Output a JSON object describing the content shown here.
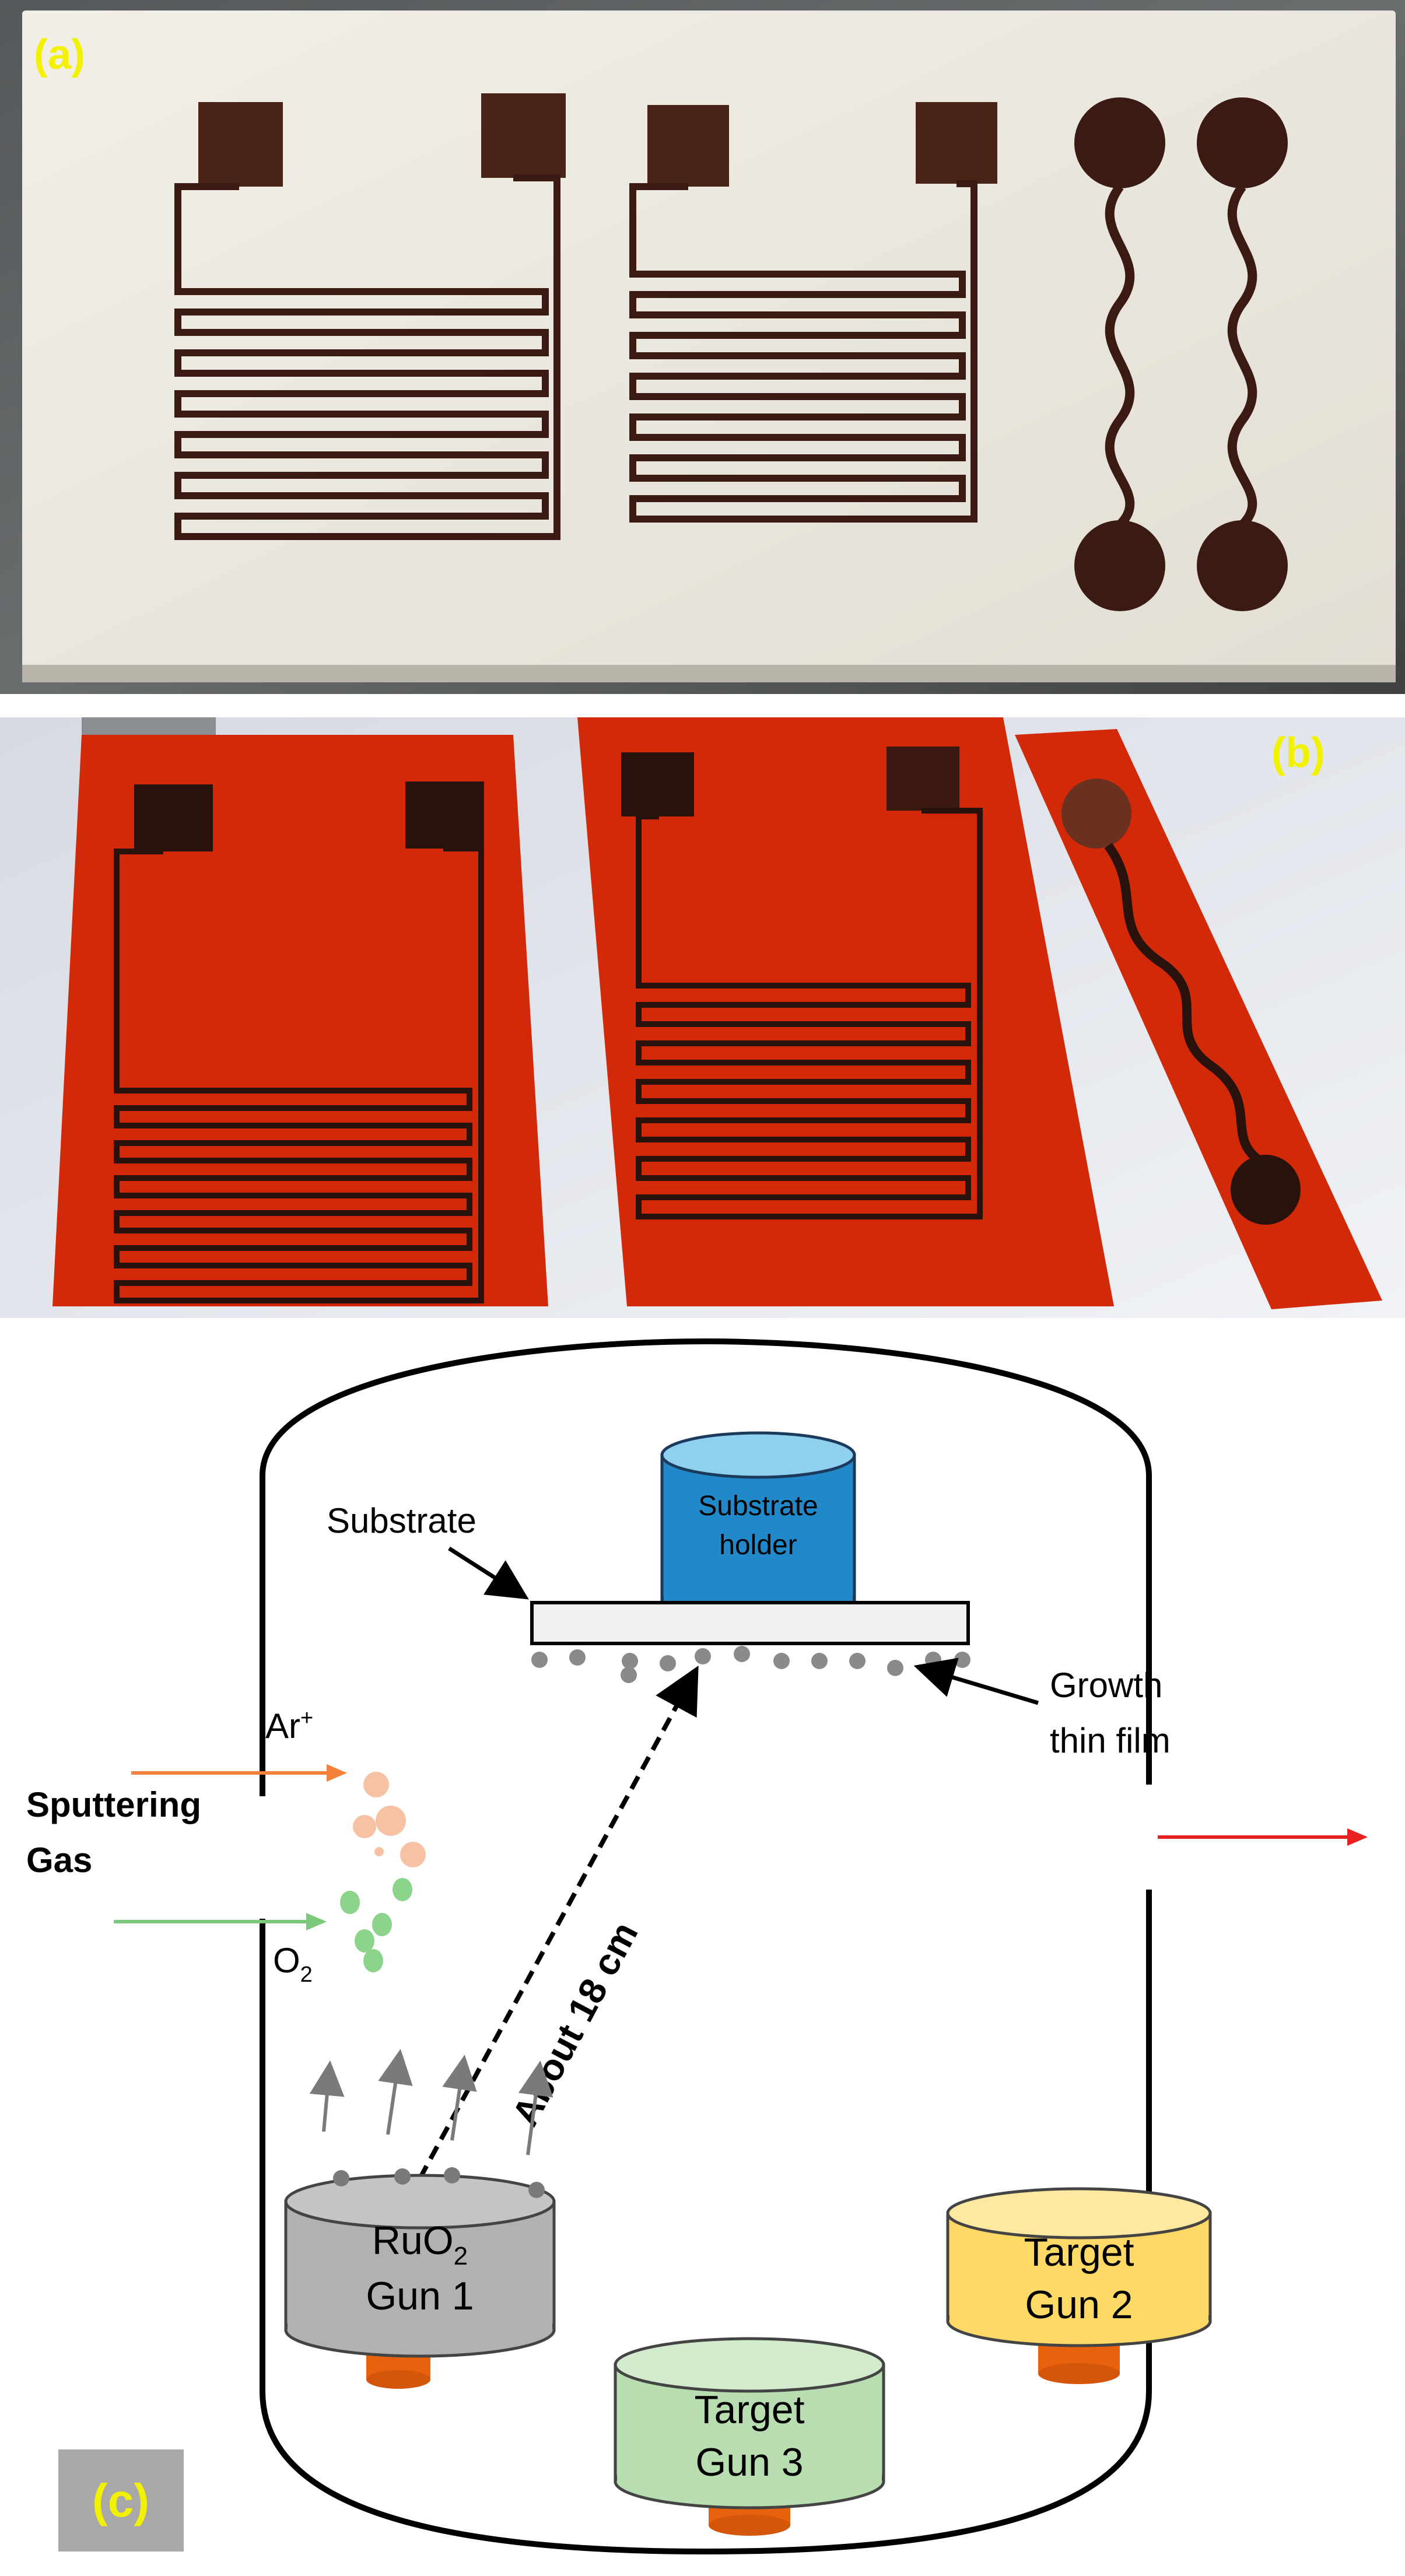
{
  "panel_a": {
    "label": "(a)"
  },
  "panel_b": {
    "label": "(b)"
  },
  "panel_c": {
    "label": "(c)",
    "substrate_holder_line1": "Substrate",
    "substrate_holder_line2": "holder",
    "substrate_label": "Substrate",
    "growth_line1": "Growth",
    "growth_line2": "thin film",
    "ar_label": "Ar",
    "ar_sup": "+",
    "sputtering_line1": "Sputtering",
    "sputtering_line2": "Gas",
    "o2_label": "O",
    "o2_sub": "2",
    "distance_label": "About 18 cm",
    "gun1_material": "RuO",
    "gun1_sub": "2",
    "gun1_name": "Gun 1",
    "gun2_target": "Target",
    "gun2_name": "Gun 2",
    "gun3_target": "Target",
    "gun3_name": "Gun 3",
    "colors": {
      "label_yellow": "#f2f200",
      "ar_arrow": "#f5823c",
      "o2_arrow": "#7cc87c",
      "exhaust_arrow": "#e82020",
      "holder_blue": "#2189c9",
      "gun1_gray": "#b3b0b0",
      "gun2_yellow": "#ffd966",
      "gun3_green": "#b7ddb0",
      "gun_stem_orange": "#e8610c",
      "c_label_box": "#a8a8a8"
    }
  }
}
